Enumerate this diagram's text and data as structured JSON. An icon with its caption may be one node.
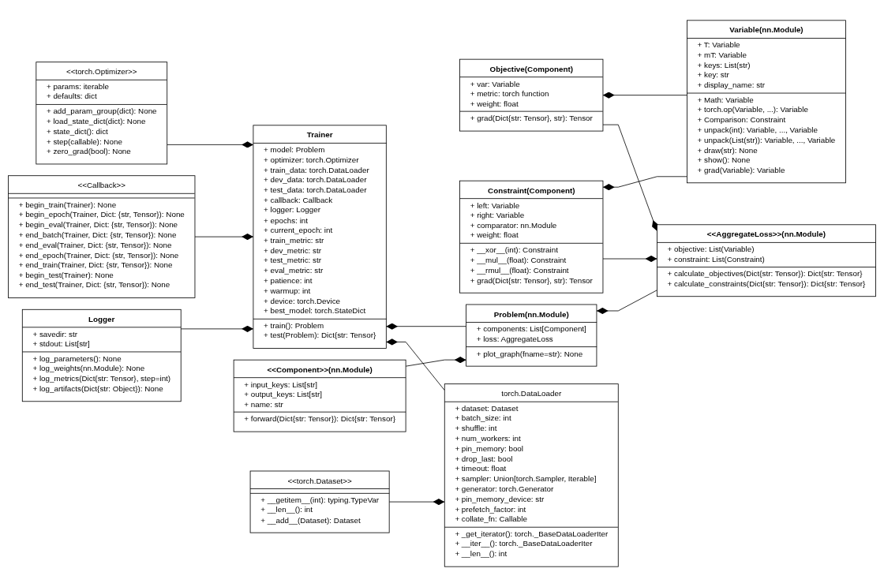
{
  "diagram": {
    "nodes": [
      {
        "text": [
          "Variable(nn.Module)",
          "+ T: Variable",
          "+ mT: Variable",
          "+ keys: List(str)",
          "+ key: str",
          "+ display_name: str",
          "+ Math: Variable",
          "+ torch.op(Variable, ...): Variable",
          "+ Comparison: Constraint",
          "+ unpack(int): Variable, ..., Variable",
          "+ unpack(List(str)): Variable, ..., Variable",
          "+ draw(str): None",
          "+ show(): None",
          "+ grad(Variable): Variable"
        ]
      },
      {
        "text": [
          "<<torch.Optimizer>>",
          "+ params: iterable",
          "+ defaults: dict",
          "+ add_param_group(dict): None",
          "+ load_state_dict(dict): None",
          "+ state_dict(): dict",
          "+ step(callable): None",
          "+ zero_grad(bool): None"
        ]
      },
      {
        "text": [
          "Trainer",
          "+ model: Problem",
          "+ optimizer: torch.Optimizer",
          "+ train_data: torch.DataLoader",
          "+ dev_data: torch.DataLoader",
          "+ test_data: torch.DataLoader",
          "+ callback: Callback",
          "+ logger: Logger",
          "+ epochs: int",
          "+ current_epoch: int",
          "+ train_metric: str",
          "+ dev_metric: str",
          "+ test_metric: str",
          "+ eval_metric: str",
          "+ patience: int",
          "+ warmup: int",
          "+ device: torch.Device",
          "+ best_model: torch.StateDict",
          "+ train(): Problem",
          "+ test(Problem): Dict{str: Tensor}"
        ]
      },
      {
        "text": [
          "<<Callback>>",
          "+ begin_train(Trainer): None",
          "+ begin_epoch(Trainer, Dict: {str, Tensor}): None",
          "+ begin_eval(Trainer, Dict: {str, Tensor}): None",
          "+ end_batch(Trainer, Dict: {str, Tensor}): None",
          "+ end_eval(Trainer, Dict: {str, Tensor}): None",
          "+ end_epoch(Trainer, Dict: {str, Tensor}): None",
          "+ end_train(Trainer, Dict: {str, Tensor}): None",
          "+ begin_test(Trainer): None",
          "+ end_test(Trainer, Dict: {str, Tensor}): None"
        ]
      },
      {
        "text": [
          "Logger",
          "+ savedir: str",
          "+ stdout: List[str]",
          "+ log_parameters(): None",
          "+ log_weights(nn.Module): None",
          "+ log_metrics(Dict{str: Tensor}, step=int)",
          "+ log_artifacts(Dict{str: Object}): None"
        ]
      },
      {
        "text": [
          "Objective(Component)",
          "+ var: Variable",
          "+ metric: torch function",
          "+ weight: float",
          "+ grad(Dict{str: Tensor}, str): Tensor"
        ]
      },
      {
        "text": [
          "Constraint(Component)",
          "+ left: Variable",
          "+ right: Variable",
          "+ comparator: nn.Module",
          "+ weight: float",
          "+ __xor__(int): Constraint",
          "+ __mul__(float): Constraint",
          "+ __rmul__(float): Constraint",
          "+ grad(Dict{str: Tensor}, str): Tensor"
        ]
      },
      {
        "text": [
          "torch.DataLoader",
          "+ dataset: Dataset",
          "+ batch_size: int",
          "+ shuffle: int",
          "+ num_workers: int",
          "+ pin_memory: bool",
          "+ drop_last: bool",
          "+ timeout: float",
          "+ sampler: Union[torch.Sampler, Iterable]",
          "+ generator: torch.Generator",
          "+ pin_memory_device: str",
          "+ prefetch_factor: int",
          "+ collate_fn: Callable",
          "+ _get_iterator(): torch._BaseDataLoaderIter",
          "+ __iter__(): torch._BaseDataLoaderIter",
          "+ __len__(): int"
        ]
      },
      {
        "text": [
          "Problem(nn.Module)",
          "+ components: List[Component]",
          "+ loss: AggregateLoss",
          "+ plot_graph(fname=str): None"
        ]
      },
      {
        "text": [
          "<<AggregateLoss>>(nn.Module)",
          "+ objective: List(Variable)",
          "+ constraint: List(Constraint)",
          "+ calculate_objectives(Dict{str: Tensor}): Dict{str: Tensor}",
          "+ calculate_constraints(Dict{str: Tensor}): Dict{str: Tensor}"
        ]
      },
      {
        "text": [
          "<<Component>>(nn.Module)",
          "+ input_keys: List[str]",
          "+ output_keys: List[str]",
          "+ name: str",
          "+ forward(Dict{str: Tensor}): Dict{str: Tensor}"
        ]
      },
      {
        "text": [
          "<<torch.Dataset>>",
          "+ __getitem__(int): typing.TypeVar",
          "+ __len__(): int",
          "+ __add__(Dataset): Dataset"
        ]
      }
    ],
    "edges": [
      {
        "from": 0,
        "to": 5,
        "arrow": "other"
      },
      {
        "from": 0,
        "to": 6,
        "arrow": "other"
      },
      {
        "from": 1,
        "to": 2,
        "arrow": "other"
      },
      {
        "from": 3,
        "to": 2,
        "arrow": "other"
      },
      {
        "from": 4,
        "to": 2,
        "arrow": "other"
      },
      {
        "from": 8,
        "to": 2,
        "arrow": "other"
      },
      {
        "from": 7,
        "to": 2,
        "arrow": "other"
      },
      {
        "from": 5,
        "to": 9,
        "arrow": "other"
      },
      {
        "from": 6,
        "to": 9,
        "arrow": "other"
      },
      {
        "from": 9,
        "to": 8,
        "arrow": "other"
      },
      {
        "from": 10,
        "to": 8,
        "arrow": "other"
      },
      {
        "from": 11,
        "to": 7,
        "arrow": "other"
      }
    ]
  }
}
